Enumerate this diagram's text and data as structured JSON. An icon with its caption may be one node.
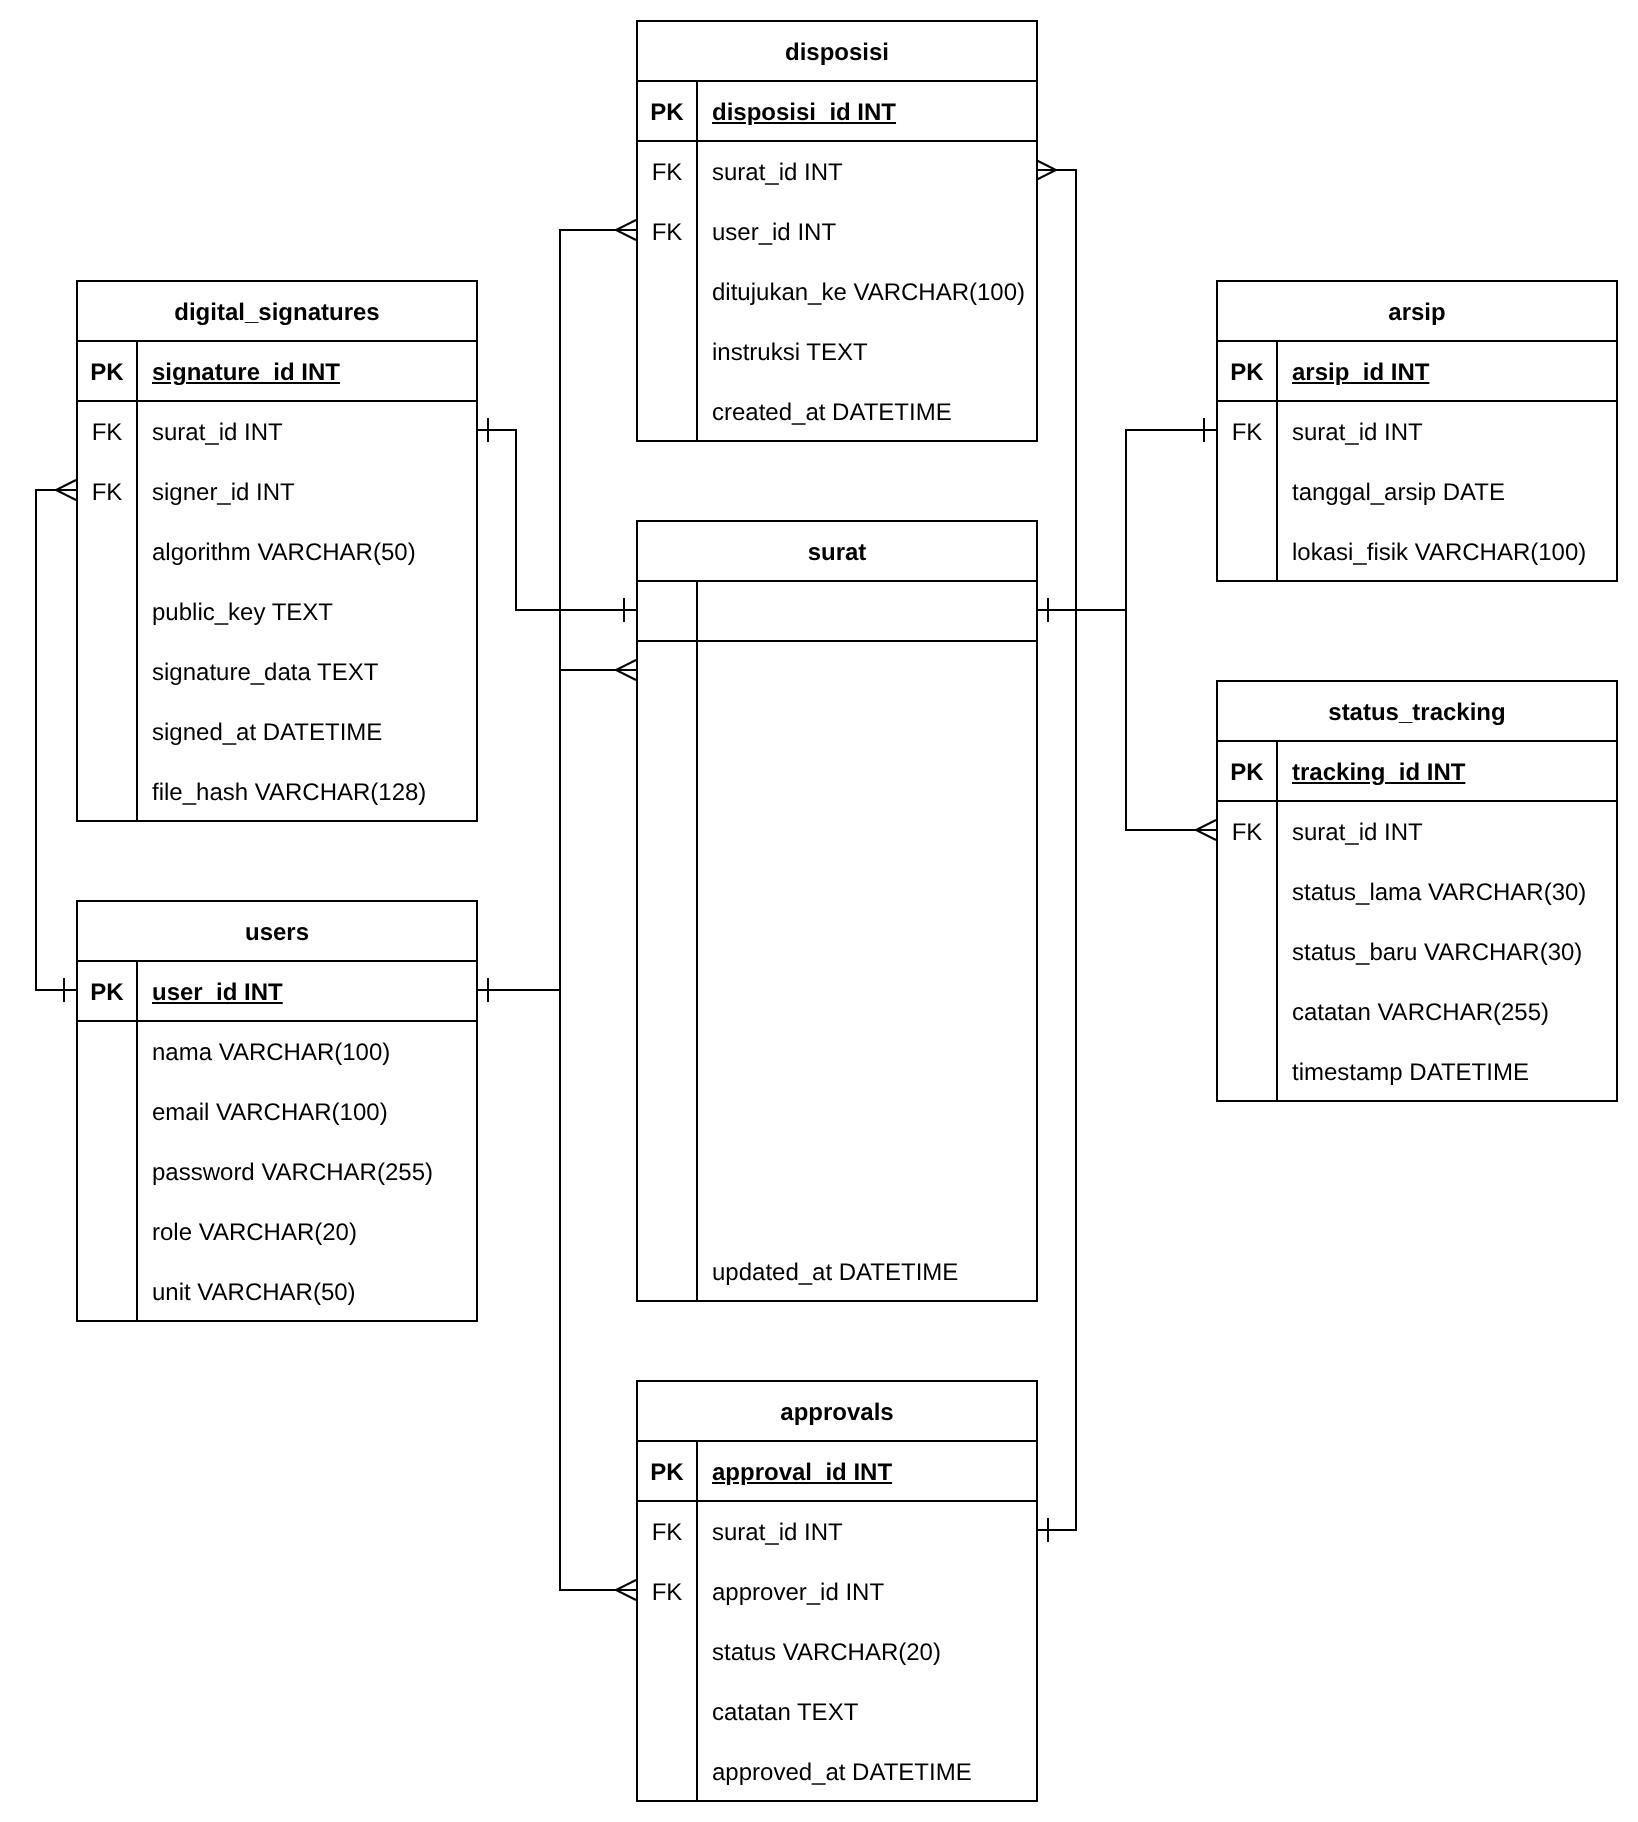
{
  "diagram": {
    "nodes": [
      {
        "text": [
          "disposisi",
          "PK",
          "disposisi_id INT",
          "FK",
          "surat_id INT",
          "FK",
          "user_id INT",
          "ditujukan_ke VARCHAR(100)",
          "instruksi TEXT",
          "created_at DATETIME"
        ]
      },
      {
        "text": [
          "digital_signatures",
          "PK",
          "signature_id INT",
          "FK",
          "surat_id INT",
          "FK",
          "signer_id INT",
          "algorithm VARCHAR(50)",
          "public_key TEXT",
          "signature_data TEXT",
          "signed_at DATETIME",
          "file_hash VARCHAR(128)"
        ]
      },
      {
        "text": [
          "arsip",
          "PK",
          "arsip_id INT",
          "FK",
          "surat_id INT",
          "tanggal_arsip DATE",
          "lokasi_fisik VARCHAR(100)"
        ]
      },
      {
        "text": [
          "surat",
          "updated_at DATETIME"
        ]
      },
      {
        "text": [
          "status_tracking",
          "PK",
          "tracking_id INT",
          "FK",
          "surat_id INT",
          "status_lama VARCHAR(30)",
          "status_baru VARCHAR(30)",
          "catatan VARCHAR(255)",
          "timestamp DATETIME"
        ]
      },
      {
        "text": [
          "users",
          "PK",
          "user_id INT",
          "nama VARCHAR(100)",
          "email VARCHAR(100)",
          "password VARCHAR(255)",
          "role VARCHAR(20)",
          "unit VARCHAR(50)"
        ]
      },
      {
        "text": [
          "approvals",
          "PK",
          "approval_id INT",
          "FK",
          "surat_id INT",
          "FK",
          "approver_id INT",
          "status VARCHAR(20)",
          "catatan TEXT",
          "approved_at DATETIME"
        ]
      }
    ],
    "edges": [
      {
        "from": 1,
        "to": 3,
        "arrow": "other"
      },
      {
        "from": 0,
        "to": 3,
        "arrow": "other"
      },
      {
        "from": 2,
        "to": 3,
        "arrow": "other"
      },
      {
        "from": 4,
        "to": 3,
        "arrow": "other"
      },
      {
        "from": 6,
        "to": 3,
        "arrow": "other"
      },
      {
        "from": 5,
        "to": 1,
        "arrow": "other"
      },
      {
        "from": 5,
        "to": 0,
        "arrow": "other"
      },
      {
        "from": 5,
        "to": 3,
        "arrow": "other"
      },
      {
        "from": 5,
        "to": 6,
        "arrow": "other"
      }
    ]
  }
}
